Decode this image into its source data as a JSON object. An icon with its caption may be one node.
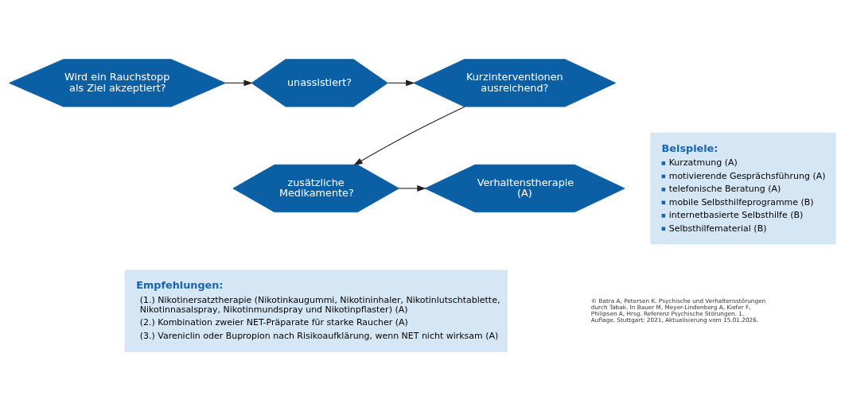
{
  "diagram": {
    "nodes": [
      {
        "text": [
          "Wird ein Rauchstopp als Ziel akzeptiert?"
        ]
      },
      {
        "text": [
          "unassistiert?"
        ]
      },
      {
        "text": [
          "Kurzinterventionen ausreichend?"
        ]
      },
      {
        "text": [
          "zusätzliche Medikamente?"
        ]
      },
      {
        "text": [
          "Verhaltenstherapie (A)"
        ]
      },
      {
        "text": [
          "Beispiele:",
          "Kurzatmung (A)",
          "motivierende Gesprächsführung (A)",
          "telefonische Beratung (A)",
          "mobile Selbsthilfeprogramme (B)",
          "internetbasierte Selbsthilfe (B)",
          "Selbsthilfematerial (B)"
        ]
      },
      {
        "text": [
          "Empfehlungen:",
          "(1.) Nikotinersatztherapie (Nikotinkaugummi, Nikotininhaler, Nikotinlutschtablette, Nikotinnasalspray, Nikotinmundspray und Nikotinpflaster) (A)",
          "(2.) Kombination zweier NET-Präparate für starke Raucher (A)",
          "(3.) Vareniclin oder Bupropion nach Risikoaufklärung, wenn NET nicht wirksam (A)"
        ]
      }
    ],
    "edges": [
      {
        "from": 0,
        "to": 1,
        "arrow": "to"
      },
      {
        "from": 1,
        "to": 2,
        "arrow": "to"
      },
      {
        "from": 2,
        "to": 3,
        "arrow": "to"
      },
      {
        "from": 3,
        "to": 4,
        "arrow": "to"
      }
    ],
    "labels": [
      "© Batra A, Petersen K. Psychische und Verhaltensstörungen durch Tabak. In Bauer M, Meyer-Lindenberg A, Kiefer F, Philipsen A, Hrsg. Referenz Psychische Störungen. 1. Auflage. Stuttgart; 2021, Aktualisierung vom 15.01.2026."
    ]
  }
}
